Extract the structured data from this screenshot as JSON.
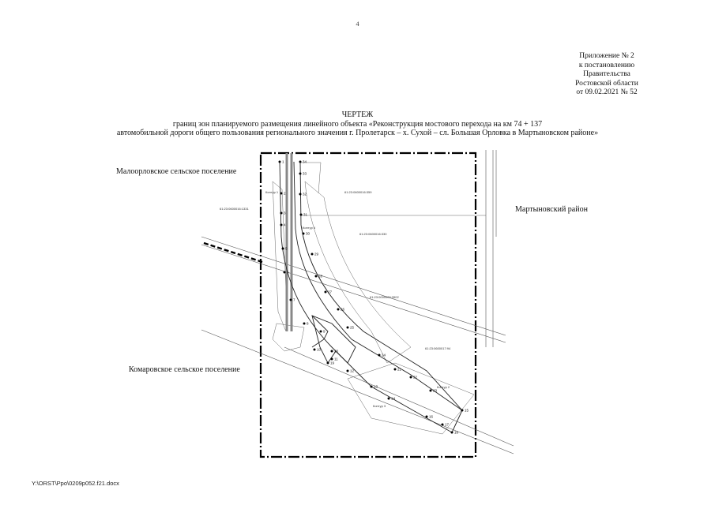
{
  "page_number": "4",
  "appendix": {
    "line1": "Приложение № 2",
    "line2": "к постановлению",
    "line3": "Правительства",
    "line4": "Ростовской области",
    "line5": "от 09.02.2021 № 52"
  },
  "title": {
    "heading": "ЧЕРТЕЖ",
    "line1": "границ зон планируемого размещения линейного объекта «Реконструкция мостового перехода на км 74 + 137",
    "line2": "автомобильной дороги общего пользования регионального значения г. Пролетарск – х. Сухой – сл. Большая Орловка в Мартыновском районе»"
  },
  "regions": {
    "maloorlovskoe": "Малоорловское сельское поселение",
    "martynovsky": "Мартыновский район",
    "komarovskoe": "Комаровское сельское поселение"
  },
  "footer": "Y:\\ORST\\Ppo\\0209p052.f21.docx",
  "points": [
    {
      "n": "1"
    },
    {
      "n": "2"
    },
    {
      "n": "3"
    },
    {
      "n": "4"
    },
    {
      "n": "5"
    },
    {
      "n": "6"
    },
    {
      "n": "7"
    },
    {
      "n": "8"
    },
    {
      "n": "9"
    },
    {
      "n": "10"
    },
    {
      "n": "11"
    },
    {
      "n": "12"
    },
    {
      "n": "13"
    },
    {
      "n": "14"
    },
    {
      "n": "15"
    },
    {
      "n": "16"
    },
    {
      "n": "17"
    },
    {
      "n": "18"
    },
    {
      "n": "19"
    },
    {
      "n": "20"
    },
    {
      "n": "21"
    },
    {
      "n": "22"
    },
    {
      "n": "23"
    },
    {
      "n": "24"
    },
    {
      "n": "25"
    },
    {
      "n": "26"
    },
    {
      "n": "27"
    },
    {
      "n": "28"
    },
    {
      "n": "29"
    },
    {
      "n": "30"
    },
    {
      "n": "31"
    },
    {
      "n": "32"
    },
    {
      "n": "33"
    },
    {
      "n": "34"
    }
  ]
}
